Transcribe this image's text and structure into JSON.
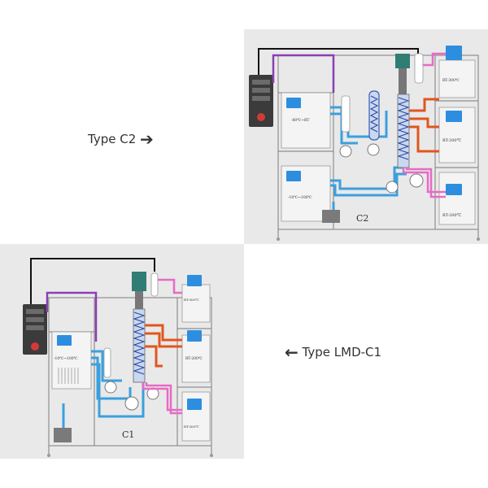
{
  "labels": {
    "c2_caption": "Type C2",
    "c1_caption": "Type LMD-C1",
    "arrow_right": "➔",
    "arrow_left": "🡐"
  },
  "c2": {
    "name": "C2",
    "chiller_temp": "-80℃~RT",
    "pump_chiller_temp": "-10℃~100℃",
    "heater_top": "RT-300℃",
    "heater_mid": "RT-200℃",
    "heater_bottom": "RT-200℃"
  },
  "c1": {
    "name": "C1",
    "chiller_temp": "-10℃~100℃",
    "heater_top": "RT-300℃",
    "heater_mid": "RT-200℃",
    "heater_bottom": "RT-300℃"
  },
  "colors": {
    "frame": "#8f8f8f",
    "purple_line": "#8a3fb3",
    "blue_line": "#3aa0de",
    "pink_line": "#e76bc4",
    "orange_line": "#e0561e",
    "black_line": "#111111",
    "motor": "#2f7d74",
    "screen": "#2d8ee0"
  }
}
